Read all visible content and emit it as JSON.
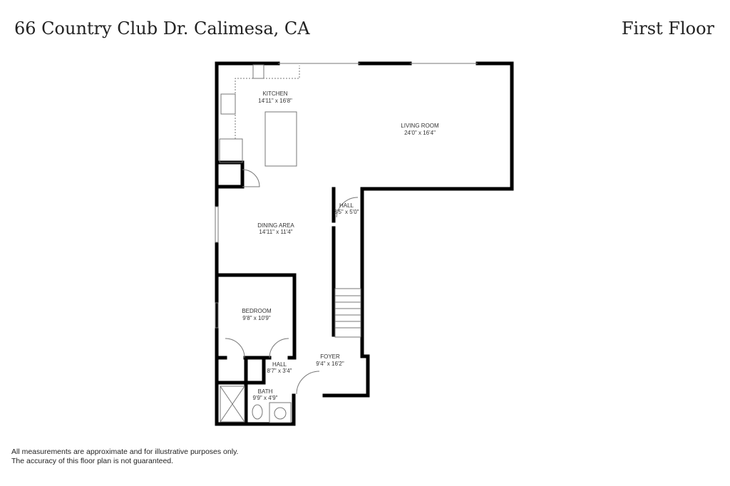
{
  "header": {
    "address": "66 Country Club Dr. Calimesa, CA",
    "floor": "First Floor"
  },
  "rooms": [
    {
      "name": "KITCHEN",
      "size": "14'11\" x 16'8\""
    },
    {
      "name": "LIVING ROOM",
      "size": "24'0\" x 16'4\""
    },
    {
      "name": "HALL",
      "size": "3'5\" x 5'0\""
    },
    {
      "name": "DINING AREA",
      "size": "14'11\" x 11'4\""
    },
    {
      "name": "BEDROOM",
      "size": "9'8\" x 10'9\""
    },
    {
      "name": "HALL",
      "size": "8'7\" x 3'4\""
    },
    {
      "name": "FOYER",
      "size": "9'4\" x 16'2\""
    },
    {
      "name": "BATH",
      "size": "9'9\" x 4'9\""
    }
  ],
  "disclaimer": {
    "line1": "All measurements are approximate and for illustrative purposes only.",
    "line2": "The accuracy of this floor plan is not guaranteed."
  }
}
